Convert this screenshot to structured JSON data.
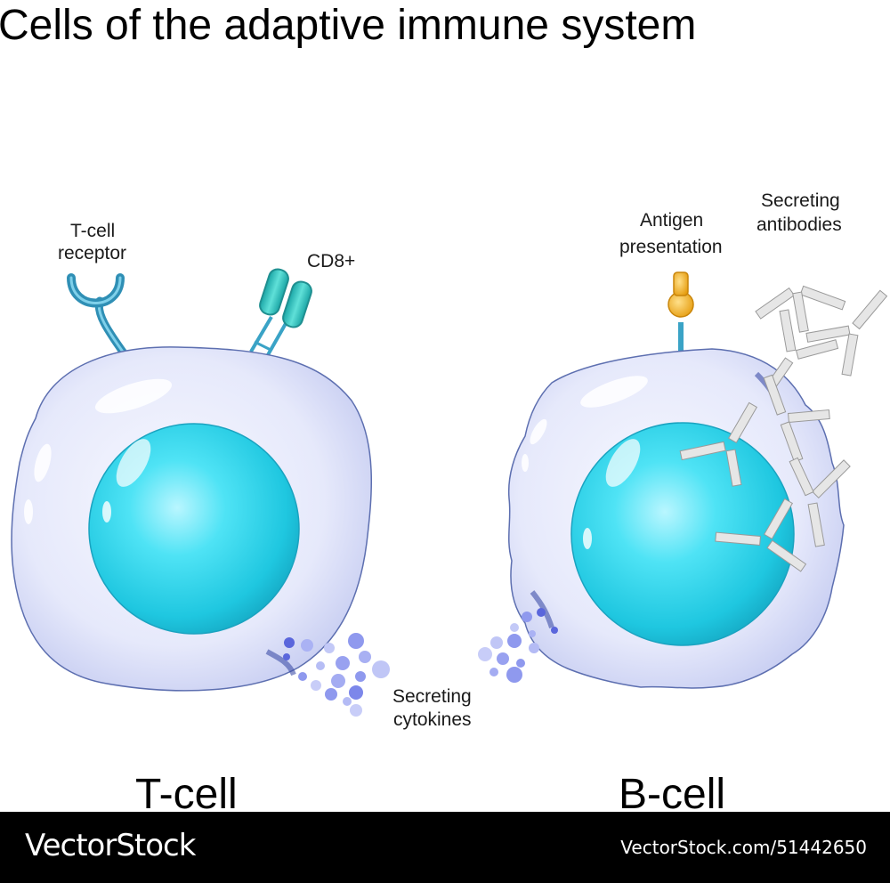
{
  "title": "Cells of the adaptive immune system",
  "labels": {
    "t_cell_receptor_line1": "T-cell",
    "t_cell_receptor_line2": "receptor",
    "cd8": "CD8+",
    "antigen_line1": "Antigen",
    "antigen_line2": "presentation",
    "antibodies_line1": "Secreting",
    "antibodies_line2": "antibodies",
    "cytokines_line1": "Secreting",
    "cytokines_line2": "cytokines"
  },
  "cells": {
    "t_cell": "T-cell",
    "b_cell": "B-cell"
  },
  "footer": {
    "brand": "VectorStock",
    "image_id": "VectorStock.com/51442650"
  },
  "colors": {
    "nucleus": "#2ed3ea",
    "cytoplasm": "#e4e8fb",
    "membrane": "#5d6fb0",
    "receptor": "#3aa3c6",
    "antigen": "#f2b21c",
    "cytokine": "#8f99ee",
    "antibody": "#d9d9d9"
  }
}
